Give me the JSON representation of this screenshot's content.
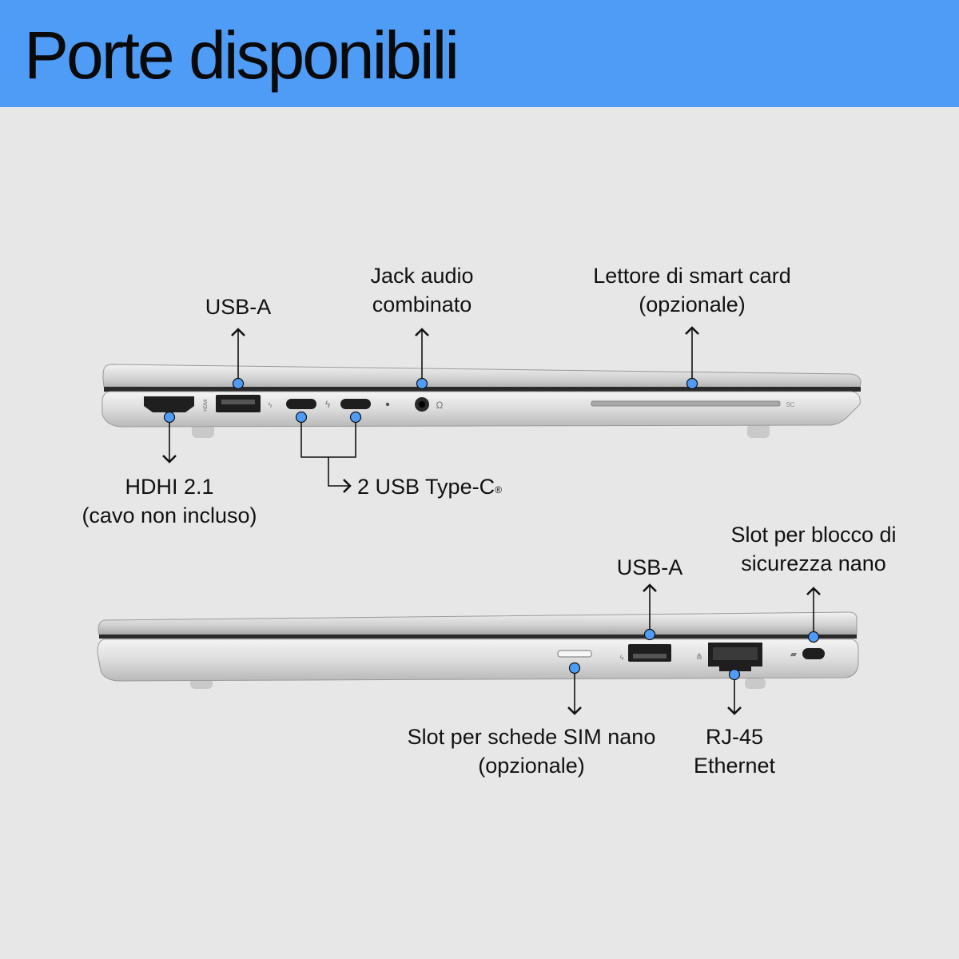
{
  "header": {
    "title": "Porte disponibili"
  },
  "colors": {
    "header_bg": "#4f9cf7",
    "page_bg": "#e7e7e7",
    "callout_dot": "#4f9cf7",
    "laptop_silver": "#d6d6d6"
  },
  "side_left": {
    "labels": {
      "usb_a": "USB-A",
      "jack_audio_line1": "Jack audio",
      "jack_audio_line2": "combinato",
      "smart_card_line1": "Lettore di smart card",
      "smart_card_line2": "(opzionale)",
      "hdmi_line1": "HDHI 2.1",
      "hdmi_line2": "(cavo non incluso)",
      "usb_c": "2 USB Type-C",
      "usb_c_mark": "®"
    },
    "engravings": {
      "hdmi": "HDMI",
      "smart_card": "SC"
    }
  },
  "side_right": {
    "labels": {
      "usb_a": "USB-A",
      "lock_line1": "Slot per blocco di",
      "lock_line2": "sicurezza nano",
      "sim_line1": "Slot per schede SIM nano",
      "sim_line2": "(opzionale)",
      "rj45_line1": "RJ-45",
      "rj45_line2": "Ethernet"
    }
  },
  "icons": [
    "arrow-up-icon",
    "arrow-down-icon",
    "callout-dot-icon",
    "thunderbolt-icon",
    "headphones-icon",
    "usb-charge-icon",
    "network-icon",
    "lock-icon"
  ]
}
